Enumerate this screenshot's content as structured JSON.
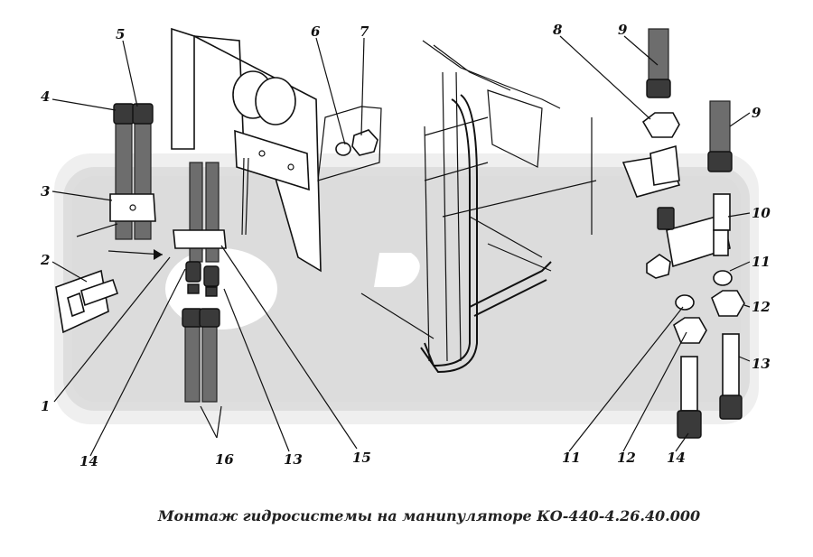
{
  "caption": "Монтаж гидросистемы на манипуляторе КО-440-4.26.40.000",
  "watermark": "PRX",
  "colors": {
    "background": "#ffffff",
    "watermark": "#dcdcdc",
    "ink": "#111111"
  },
  "callouts": {
    "n1": "1",
    "n2": "2",
    "n3": "3",
    "n4": "4",
    "n5": "5",
    "n6": "6",
    "n7": "7",
    "n8": "8",
    "n9a": "9",
    "n9b": "9",
    "n10": "10",
    "n11a": "11",
    "n11b": "11",
    "n12a": "12",
    "n12b": "12",
    "n13a": "13",
    "n13b": "13",
    "n14a": "14",
    "n14b": "14",
    "n15": "15",
    "n16": "16"
  }
}
